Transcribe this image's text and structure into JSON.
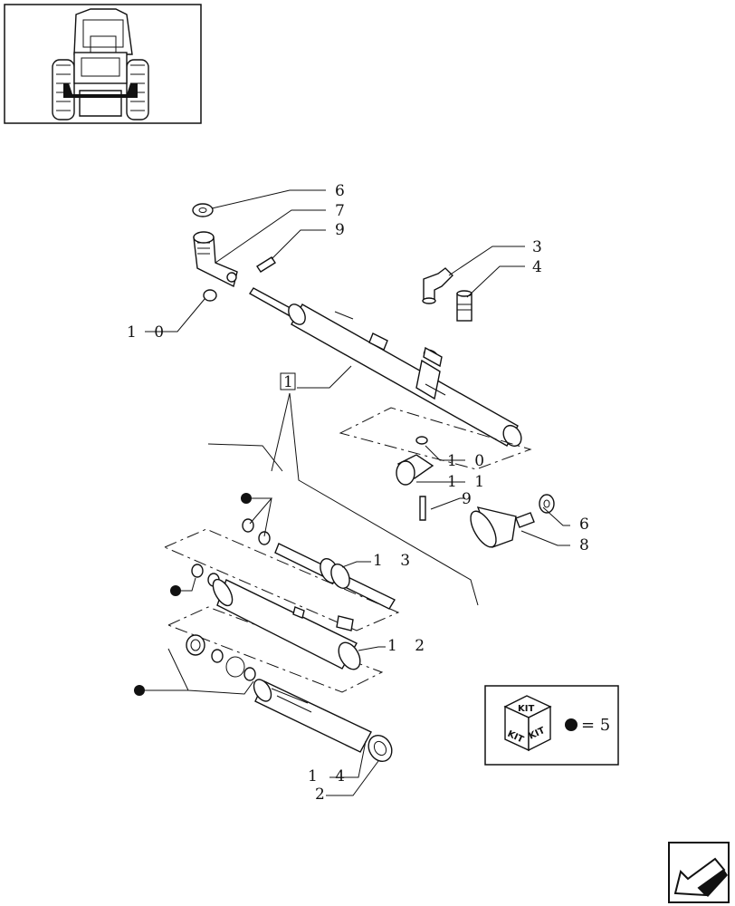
{
  "callouts": [
    {
      "id": "c6a",
      "text": "6"
    },
    {
      "id": "c7",
      "text": "7"
    },
    {
      "id": "c9a",
      "text": "9"
    },
    {
      "id": "c3",
      "text": "3"
    },
    {
      "id": "c4",
      "text": "4"
    },
    {
      "id": "c10a",
      "text": "1 0"
    },
    {
      "id": "c1",
      "text": "1"
    },
    {
      "id": "c10b",
      "text": "1 0"
    },
    {
      "id": "c11",
      "text": "1 1"
    },
    {
      "id": "c9b",
      "text": "9"
    },
    {
      "id": "c6b",
      "text": "6"
    },
    {
      "id": "c8",
      "text": "8"
    },
    {
      "id": "c13",
      "text": "1 3"
    },
    {
      "id": "c12",
      "text": "1 2"
    },
    {
      "id": "c14",
      "text": "1 4"
    },
    {
      "id": "c2",
      "text": "2"
    }
  ],
  "kit_legend": {
    "box_text_top": "KIT",
    "box_text_left": "KIT",
    "box_text_right": "KIT",
    "equals_value": "= 5"
  },
  "icons": {
    "thumbnail": "tractor-front-view-icon",
    "nav": "previous-page-arrow-icon",
    "kit_marker": "black-dot-icon"
  }
}
